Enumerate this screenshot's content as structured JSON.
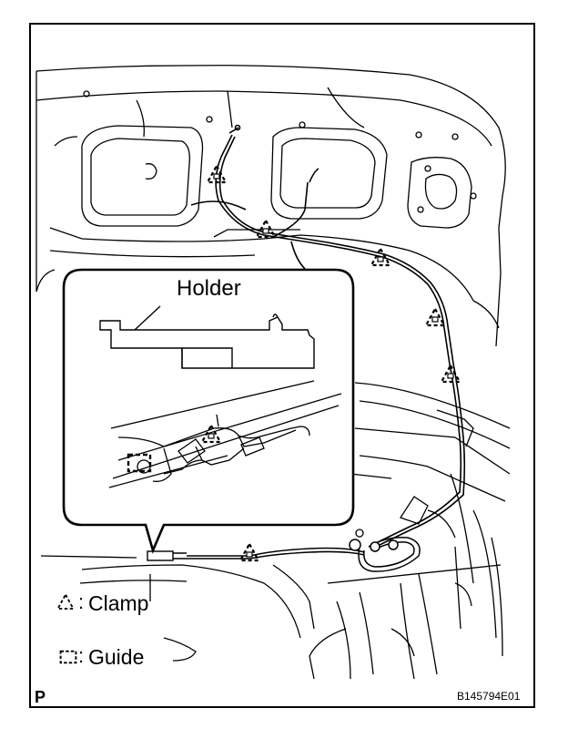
{
  "callout": {
    "holder_label": "Holder"
  },
  "legend": {
    "items": [
      {
        "symbol": "clamp-symbol",
        "text": "Clamp"
      },
      {
        "symbol": "guide-symbol",
        "text": "Guide"
      }
    ]
  },
  "footer": {
    "page_letter": "P",
    "figure_id": "B145794E01"
  },
  "colors": {
    "line": "#000000",
    "background": "#ffffff"
  }
}
